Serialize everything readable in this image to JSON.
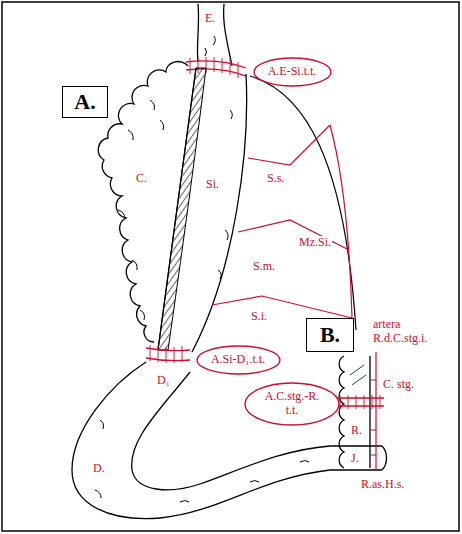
{
  "diagram": {
    "nodes": [
      {
        "text": [
          "A."
        ]
      },
      {
        "text": [
          "A.E-Si.t.t."
        ]
      },
      {
        "text": [
          "A.Si-D₁.t.t."
        ]
      },
      {
        "text": [
          "B."
        ]
      },
      {
        "text": [
          "A.C.stg.-R. t.t."
        ]
      }
    ],
    "labels": [
      "E.",
      "C.",
      "Si.",
      "S.s.",
      "Mz.Si.",
      "S.m.",
      "S.i.",
      "D₁",
      "D.",
      "J.",
      "artera R.d.C.stg.i.",
      "C. stg.",
      "R.",
      "R.as.H.s."
    ]
  }
}
